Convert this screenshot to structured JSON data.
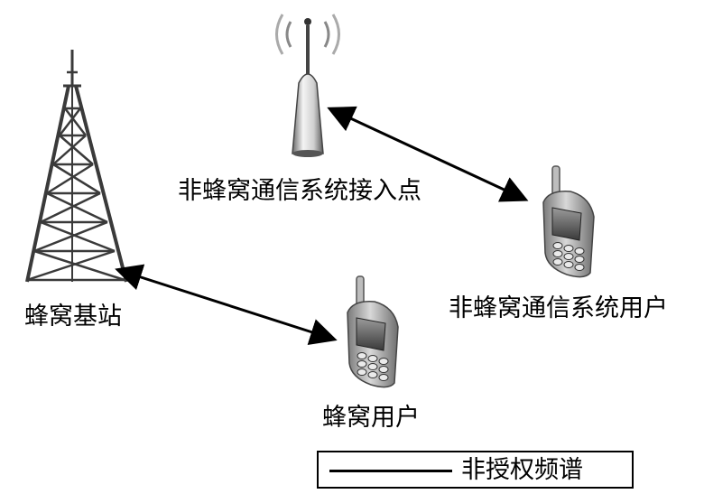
{
  "nodes": {
    "cell_tower": {
      "label": "蜂窝基站"
    },
    "access_point": {
      "label": "非蜂窝通信系统接入点"
    },
    "noncell_user": {
      "label": "非蜂窝通信系统用户"
    },
    "cell_user": {
      "label": "蜂窝用户"
    }
  },
  "legend": {
    "label": "非授权频谱"
  },
  "links": [
    {
      "from": "access_point",
      "to": "noncell_user"
    },
    {
      "from": "cell_tower",
      "to": "cell_user"
    }
  ]
}
